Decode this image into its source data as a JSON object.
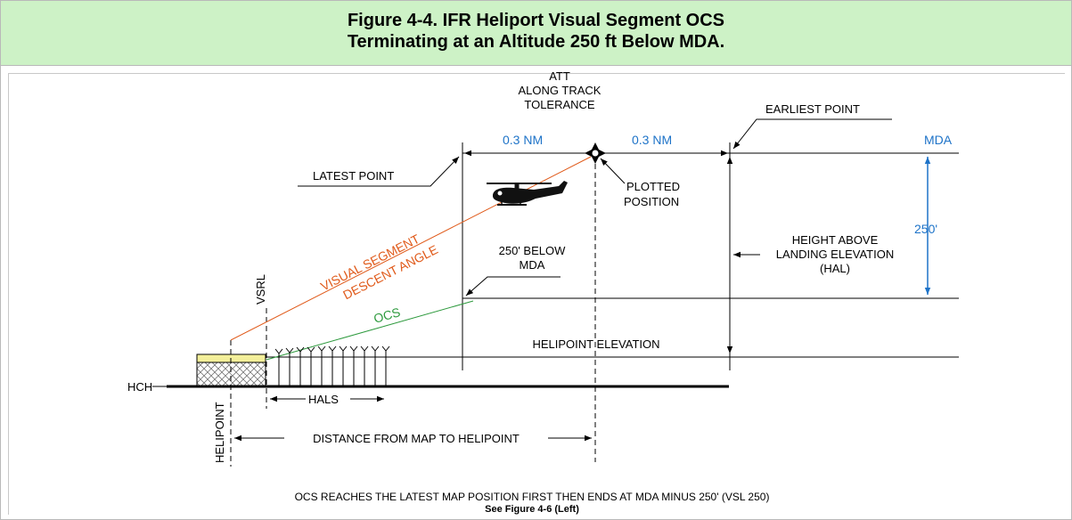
{
  "header": {
    "title_line1": "Figure 4-4.  IFR Heliport Visual Segment OCS",
    "title_line2": "Terminating at an Altitude 250 ft Below MDA."
  },
  "diagram": {
    "att_line1": "ATT",
    "att_line2": "ALONG TRACK",
    "att_line3": "TOLERANCE",
    "earliest_point": "EARLIEST POINT",
    "latest_point": "LATEST POINT",
    "att_left_distance": "0.3 NM",
    "att_right_distance": "0.3 NM",
    "mda": "MDA",
    "plotted_line1": "PLOTTED",
    "plotted_line2": "POSITION",
    "height_250": "250'",
    "below_mda_line1": "250' BELOW",
    "below_mda_line2": "MDA",
    "hal_line1": "HEIGHT ABOVE",
    "hal_line2": "LANDING ELEVATION",
    "hal_line3": "(HAL)",
    "visual_segment_line1": "VISUAL SEGMENT",
    "visual_segment_line2": "DESCENT ANGLE",
    "ocs": "OCS",
    "vsrl": "VSRL",
    "helipoint_elevation": "HELIPOINT ELEVATION",
    "hch": "HCH",
    "hals": "HALS",
    "helipoint": "HELIPOINT",
    "distance_map": "DISTANCE FROM MAP TO HELIPOINT",
    "caption": "OCS REACHES THE LATEST MAP POSITION FIRST THEN ENDS AT MDA MINUS 250' (VSL 250)",
    "see_figure": "See Figure 4-6 (Left)"
  },
  "colors": {
    "header_bg": "#cdf2c6",
    "blue_labels": "#1e73c8",
    "visual_segment": "#e05a1a",
    "ocs": "#2e9a3e",
    "landing_pad": "#f3ef9a"
  }
}
